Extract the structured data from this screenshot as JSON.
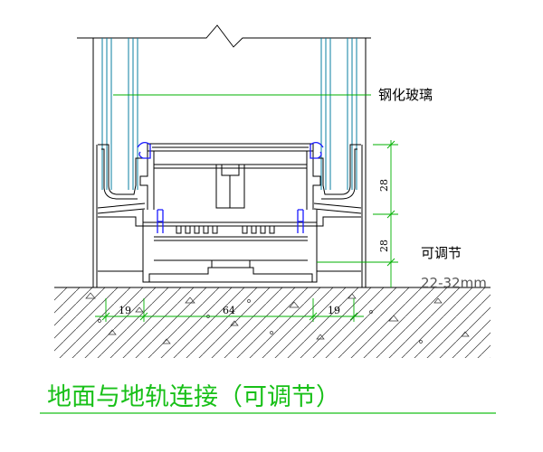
{
  "labels": {
    "glass": "钢化玻璃",
    "adjustable": "可调节",
    "adjust_range": "22-32mm",
    "title": "地面与地轨连接（可调节）"
  },
  "dimensions": {
    "left_width": "19",
    "center_width": "64",
    "right_width": "19",
    "upper_height": "28",
    "lower_height": "28"
  },
  "colors": {
    "line": "#000000",
    "glass": "#0a7fa0",
    "dimension": "#00b000",
    "title": "#18c018",
    "clip": "#1a1aff",
    "text_gray": "#555555"
  }
}
